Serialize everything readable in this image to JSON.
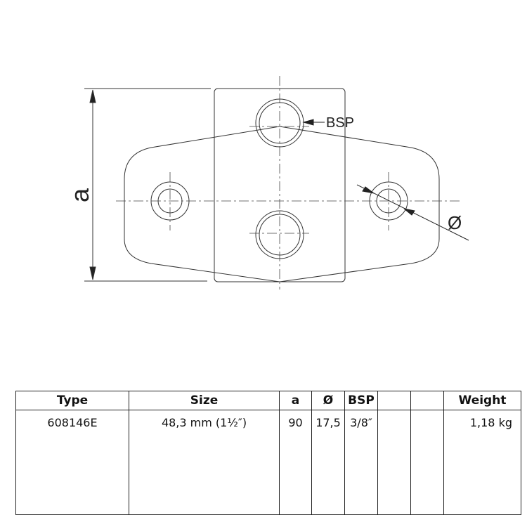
{
  "drawing": {
    "dimension_a_label": "a",
    "bsp_label": "BSP",
    "diameter_label": "Ø"
  },
  "table": {
    "headers": [
      "Type",
      "Size",
      "a",
      "Ø",
      "BSP",
      "",
      "",
      "Weight"
    ],
    "rows": [
      [
        "608146E",
        "48,3 mm (1½″)",
        "90",
        "17,5",
        "3/8″",
        "",
        "",
        "1,18 kg"
      ]
    ]
  }
}
